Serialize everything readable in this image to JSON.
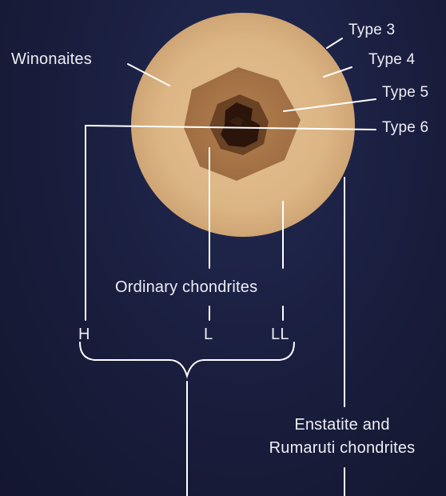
{
  "diagram": {
    "type_labels": [
      "Type 3",
      "Type 4",
      "Type 5",
      "Type 6"
    ],
    "winonaites_label": "Winonaites",
    "ordinary_label": "Ordinary chondrites",
    "group_labels": [
      "H",
      "L",
      "LL"
    ],
    "enstatite_label_line1": "Enstatite and",
    "enstatite_label_line2": "Rumaruti chondrites"
  },
  "colors": {
    "background": "#1a1f40",
    "type3_zone": "#dcb585",
    "type4_zone": "#a8774a",
    "type5_zone": "#6a4224",
    "type6_core": "#2b150b",
    "leader_lines": "#ffffff"
  }
}
